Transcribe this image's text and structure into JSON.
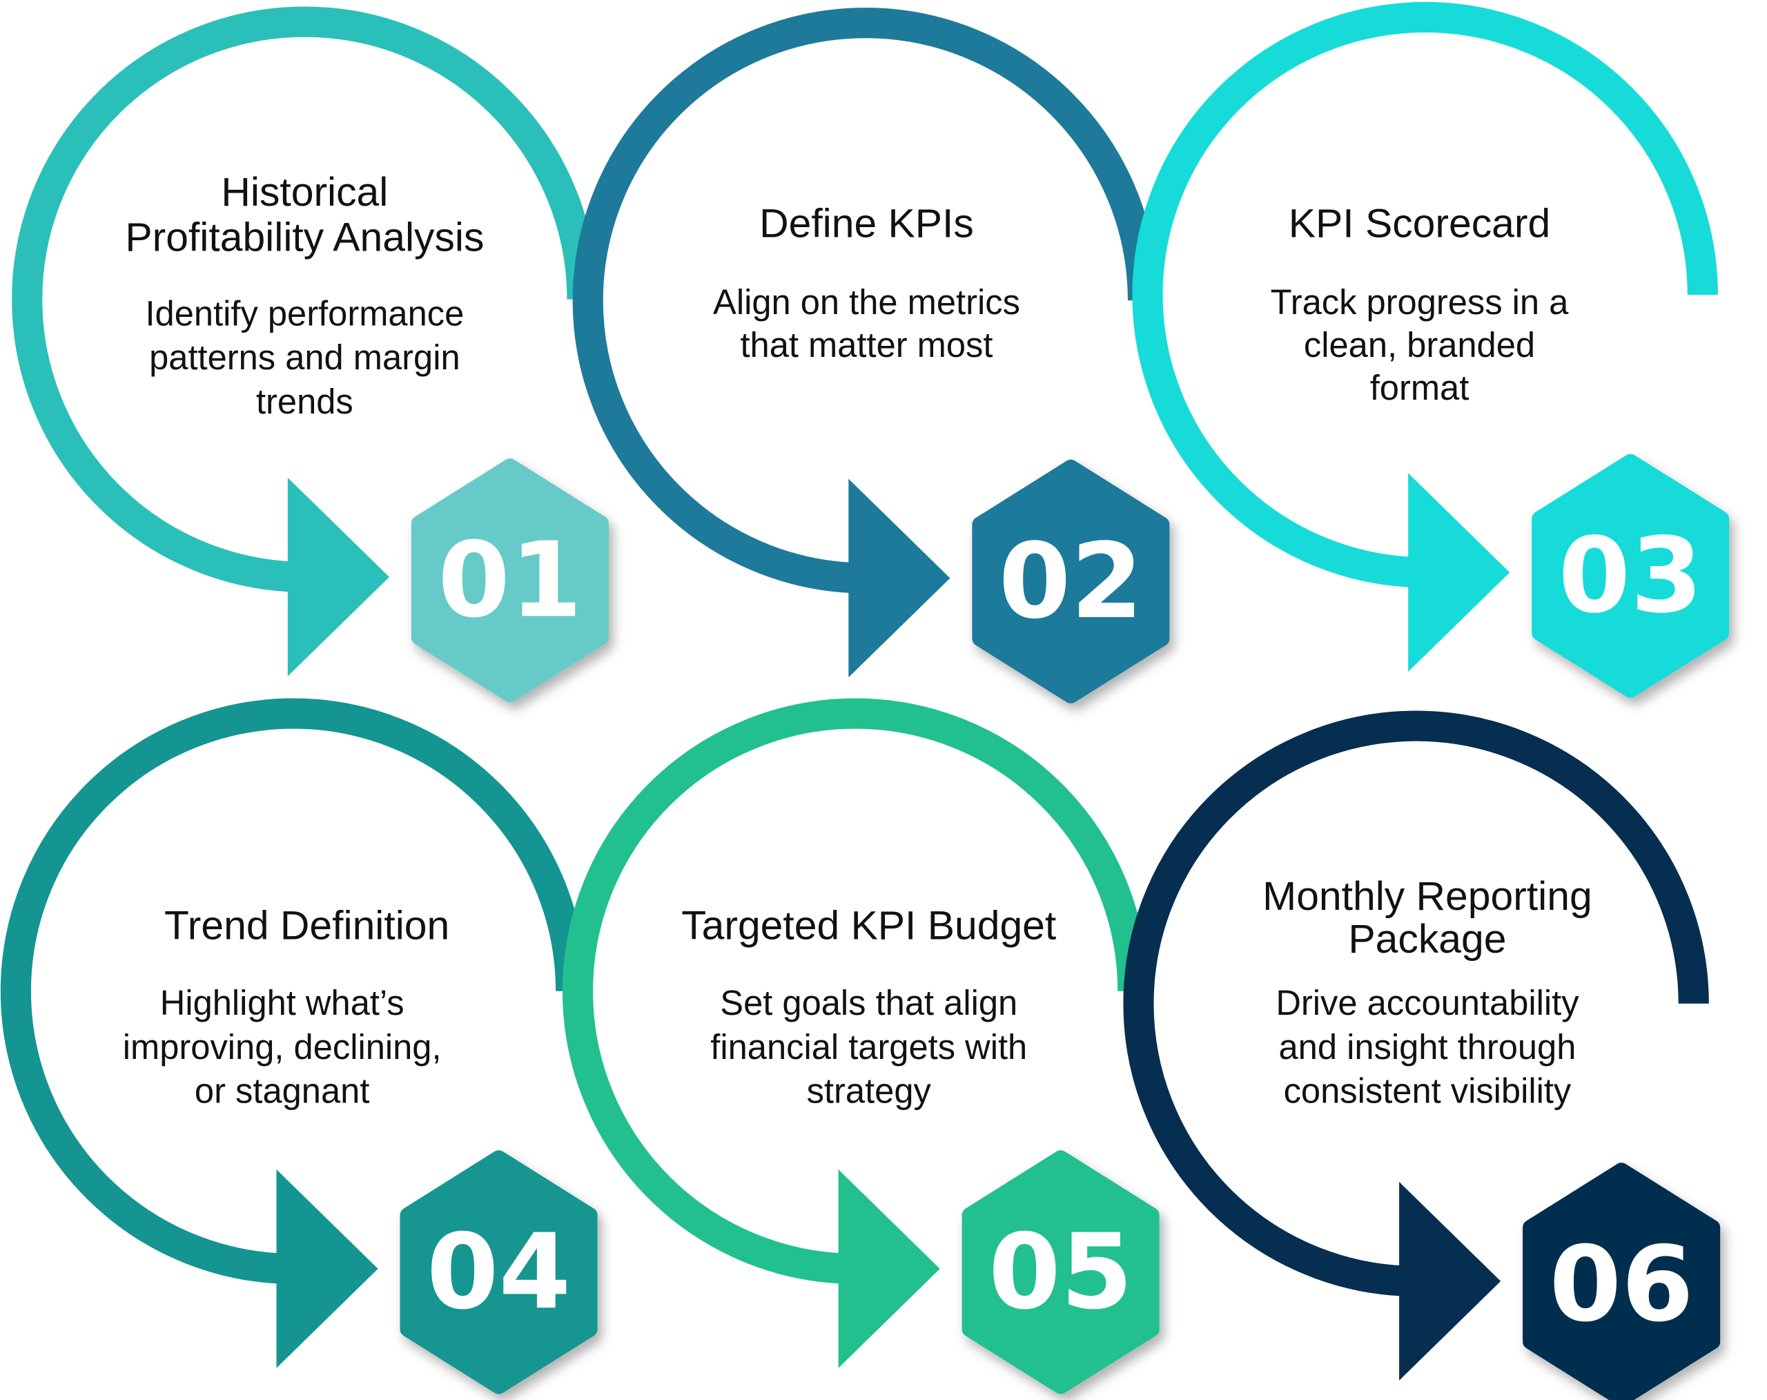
{
  "steps": [
    {
      "number": "01",
      "title": [
        "Historical",
        "Profitability Analysis"
      ],
      "body": [
        "Identify performance",
        "patterns and margin",
        "trends"
      ],
      "color": "#2bbfba",
      "hex_color": "#66cbc8"
    },
    {
      "number": "02",
      "title": [
        "Define KPIs"
      ],
      "body": [
        "Align on the metrics",
        "that matter most"
      ],
      "color": "#1e7a9a",
      "hex_color": "#1e7a9a"
    },
    {
      "number": "03",
      "title": [
        "KPI Scorecard"
      ],
      "body": [
        "Track progress in a",
        "clean, branded",
        "format"
      ],
      "color": "#17dbd9",
      "hex_color": "#17dbd9"
    },
    {
      "number": "04",
      "title": [
        "Trend Definition"
      ],
      "body": [
        "Highlight what’s",
        "improving, declining,",
        "or stagnant"
      ],
      "color": "#149591",
      "hex_color": "#149591"
    },
    {
      "number": "05",
      "title": [
        "Targeted KPI Budget"
      ],
      "body": [
        "Set goals that align",
        "financial targets with",
        "strategy"
      ],
      "color": "#22c08f",
      "hex_color": "#22c08f"
    },
    {
      "number": "06",
      "title": [
        "Monthly Reporting",
        "Package"
      ],
      "body": [
        "Drive accountability",
        "and insight through",
        "consistent visibility"
      ],
      "color": "#062e50",
      "hex_color": "#062e50"
    }
  ]
}
